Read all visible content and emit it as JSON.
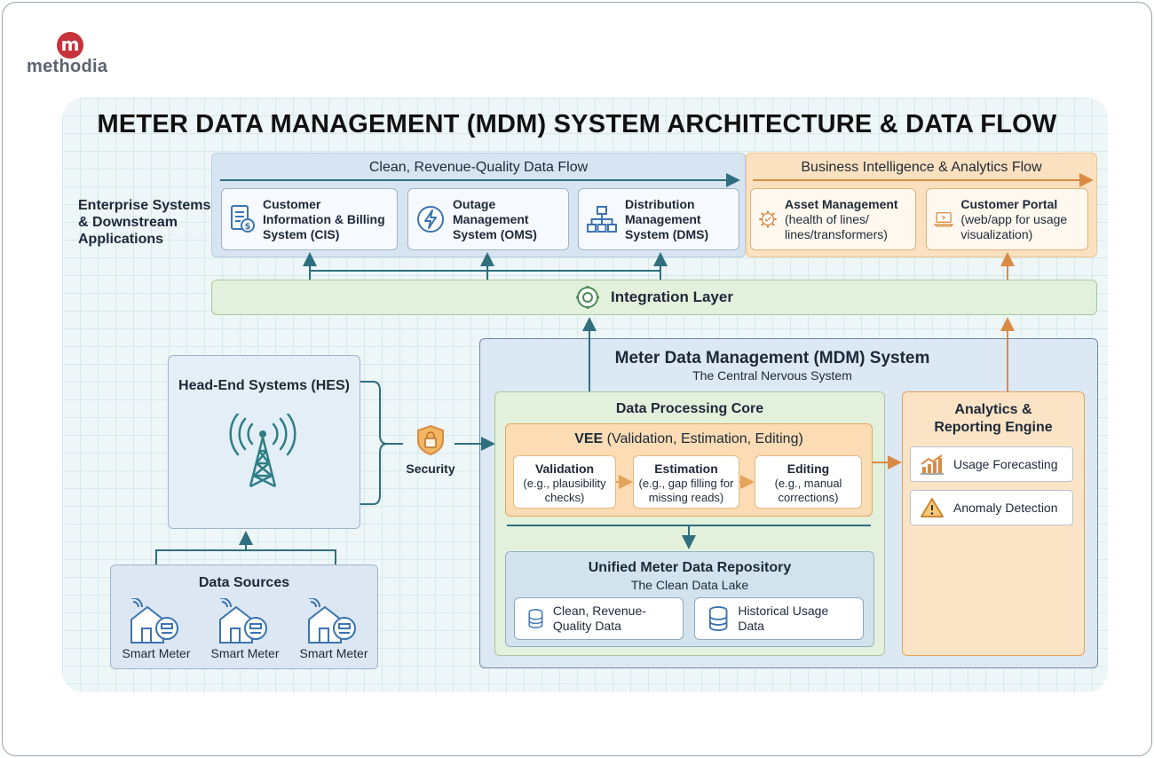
{
  "logo": {
    "mark": "m",
    "text": "methodia"
  },
  "title": "METER DATA MANAGEMENT (MDM) SYSTEM ARCHITECTURE & DATA FLOW",
  "enterprise": {
    "label": "Enterprise Systems & Downstream Applications",
    "clean_flow_title": "Clean, Revenue-Quality Data Flow",
    "bi_flow_title": "Business Intelligence & Analytics Flow",
    "cards": [
      {
        "label": "Customer Information & Billing System (CIS)",
        "icon": "billing-document-icon"
      },
      {
        "label": "Outage Management System (OMS)",
        "icon": "lightning-icon"
      },
      {
        "label": "Distribution Management System (DMS)",
        "icon": "hierarchy-icon"
      }
    ],
    "bi_cards": [
      {
        "title": "Asset Management",
        "detail": "(health of lines/ lines/transformers)",
        "icon": "gear-health-icon"
      },
      {
        "title": "Customer Portal",
        "detail": "(web/app for usage visualization)",
        "icon": "laptop-icon"
      }
    ]
  },
  "integration_layer": {
    "label": "Integration Layer",
    "icon": "globe-gear-icon"
  },
  "hes": {
    "title": "Head-End Systems (HES)",
    "icon": "radio-tower-icon"
  },
  "security": {
    "label": "Security",
    "icon": "shield-lock-icon"
  },
  "data_sources": {
    "title": "Data Sources",
    "meters": [
      "Smart Meter",
      "Smart Meter",
      "Smart Meter"
    ]
  },
  "mdm": {
    "title": "Meter Data Management (MDM) System",
    "subtitle": "The Central Nervous System",
    "processing_core": {
      "title": "Data Processing Core",
      "vee_title": "VEE",
      "vee_detail": "(Validation, Estimation, Editing)",
      "steps": [
        {
          "title": "Validation",
          "detail": "(e.g., plausibility checks)"
        },
        {
          "title": "Estimation",
          "detail": "(e.g., gap filling for missing reads)"
        },
        {
          "title": "Editing",
          "detail": "(e.g., manual corrections)"
        }
      ]
    },
    "repository": {
      "title": "Unified Meter Data Repository",
      "subtitle": "The Clean Data Lake",
      "items": [
        "Clean, Revenue-Quality Data",
        "Historical Usage Data"
      ]
    },
    "analytics": {
      "title": "Analytics & Reporting Engine",
      "items": [
        {
          "label": "Usage Forecasting",
          "icon": "chart-trend-icon"
        },
        {
          "label": "Anomaly Detection",
          "icon": "warning-triangle-icon"
        }
      ]
    }
  },
  "colors": {
    "blue_band": "#d7e5f2",
    "orange_band": "#fbe1bf",
    "green_band": "#e3f0dc",
    "mdm_bg": "#dde8f5",
    "accent_orange": "#e5a25a",
    "teal_arrow": "#2f6f7e",
    "orange_arrow": "#d98b45"
  }
}
